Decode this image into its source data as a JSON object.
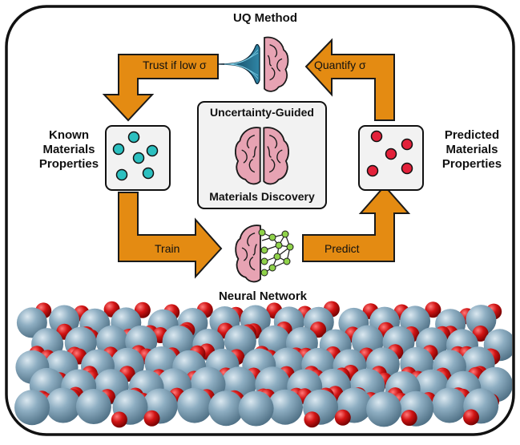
{
  "top_label": "UQ Method",
  "bottom_label": "Neural Network",
  "left_label": [
    "Known",
    "Materials",
    "Properties"
  ],
  "right_label": [
    "Predicted",
    "Materials",
    "Properties"
  ],
  "center": {
    "title_top": "Uncertainty-Guided",
    "title_bottom": "Materials Discovery"
  },
  "arrows": {
    "top_left": "Trust if low σ",
    "top_right": "Quantify σ",
    "bottom_left": "Train",
    "bottom_right": "Predict"
  },
  "icons": [
    "brain-icon",
    "gaussian-distribution-icon",
    "neural-network-icon",
    "atomic-surface-slab"
  ],
  "colors": {
    "arrow": "#e48b12",
    "arrow_stroke": "#1a1a1a",
    "brain": "#e7a3b3",
    "teal_dot": "#2cc0c0",
    "red_dot": "#e3213a",
    "nn_node": "#8fd24a",
    "gaussian": "#1c4f6b",
    "atom_large": "#7fa1b6",
    "atom_small": "#d10f0f",
    "panel_bg": "#f2f2f2"
  }
}
